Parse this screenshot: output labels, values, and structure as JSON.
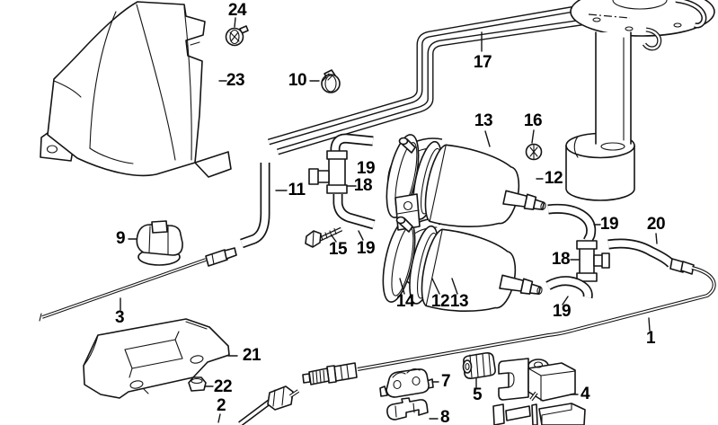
{
  "diagram": {
    "kind": "exploded-parts-diagram",
    "subject": "fuel filter, fuel pump and fuel lines",
    "background_color": "#ffffff",
    "line_color": "#141414",
    "label_color": "#000000",
    "labels": {
      "n1": "1",
      "n2": "2",
      "n3": "3",
      "n4": "4",
      "n5": "5",
      "n7": "7",
      "n8": "8",
      "n9": "9",
      "n10": "10",
      "n11": "11",
      "n12a": "12",
      "n12b": "12",
      "n13a": "13",
      "n13b": "13",
      "n14": "14",
      "n15": "15",
      "n16": "16",
      "n17": "17",
      "n18a": "18",
      "n18b": "18",
      "n19a": "19",
      "n19b": "19",
      "n19c": "19",
      "n19d": "19",
      "n20": "20",
      "n21": "21",
      "n22": "22",
      "n23": "23",
      "n24": "24"
    }
  }
}
